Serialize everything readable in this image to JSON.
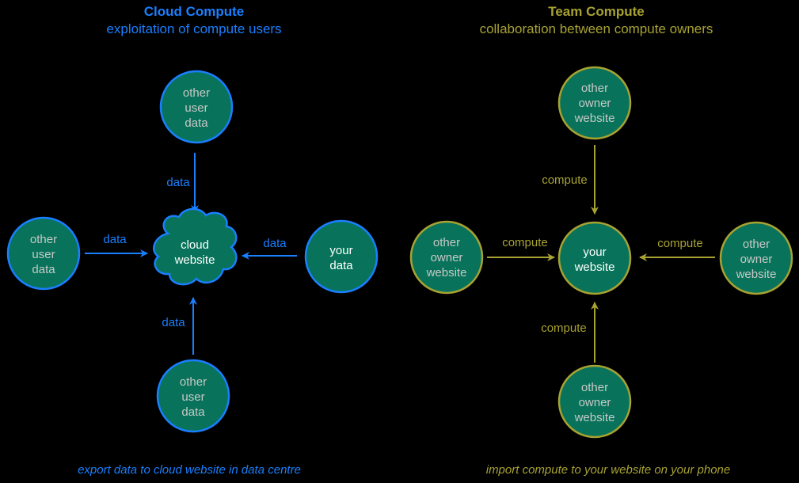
{
  "colors": {
    "background": "#000000",
    "cloud_accent": "#1a7fff",
    "team_accent": "#a8a232",
    "node_fill": "#08735a",
    "node_text_muted": "#c8c8c8",
    "node_text_primary": "#ffffff"
  },
  "cloud": {
    "title": "Cloud Compute",
    "subtitle": "exploitation of compute users",
    "caption": "export data to cloud website in data centre",
    "center": {
      "lines": [
        "cloud",
        "website"
      ],
      "shape": "cloud"
    },
    "nodes": [
      {
        "id": "top",
        "lines": [
          "other",
          "user",
          "data"
        ]
      },
      {
        "id": "left",
        "lines": [
          "other",
          "user",
          "data"
        ]
      },
      {
        "id": "bottom",
        "lines": [
          "other",
          "user",
          "data"
        ]
      },
      {
        "id": "right",
        "lines": [
          "your",
          "data"
        ]
      }
    ],
    "edge_label": "data"
  },
  "team": {
    "title": "Team Compute",
    "subtitle": "collaboration between compute owners",
    "caption": "import compute to your website on your phone",
    "center": {
      "lines": [
        "your",
        "website"
      ],
      "shape": "circle"
    },
    "nodes": [
      {
        "id": "top",
        "lines": [
          "other",
          "owner",
          "website"
        ]
      },
      {
        "id": "left",
        "lines": [
          "other",
          "owner",
          "website"
        ]
      },
      {
        "id": "bottom",
        "lines": [
          "other",
          "owner",
          "website"
        ]
      },
      {
        "id": "right",
        "lines": [
          "other",
          "owner",
          "website"
        ]
      }
    ],
    "edge_label": "compute"
  }
}
